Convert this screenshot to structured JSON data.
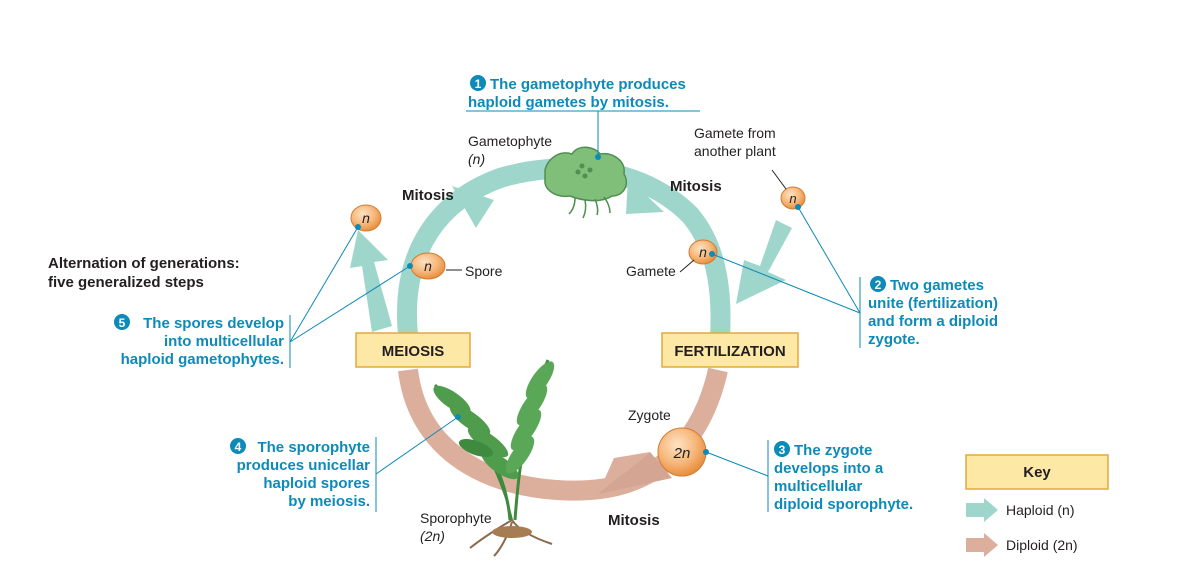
{
  "title": {
    "line1": "Alternation of generations:",
    "line2": "five generalized steps"
  },
  "colors": {
    "haploid": "#9fd6cc",
    "diploid": "#dcae9c",
    "callout_blue": "#0d8ab8",
    "label_box_fill": "#fde8a6",
    "label_box_border": "#e3a93a",
    "cell_orange": "#f3a25a"
  },
  "steps": {
    "s1": {
      "num": "1",
      "line1": "The gametophyte produces",
      "line2": "haploid gametes by mitosis."
    },
    "s2": {
      "num": "2",
      "line1": "Two gametes",
      "line2": "unite (fertilization)",
      "line3": "and form a diploid",
      "line4": "zygote."
    },
    "s3": {
      "num": "3",
      "line1": "The zygote",
      "line2": "develops into a",
      "line3": "multicellular",
      "line4": "diploid sporophyte."
    },
    "s4": {
      "num": "4",
      "line1": "The sporophyte",
      "line2": "produces unicellar",
      "line3": "haploid spores",
      "line4": "by meiosis."
    },
    "s5": {
      "num": "5",
      "line1": "The spores develop",
      "line2": "into multicellular",
      "line3": "haploid gametophytes."
    }
  },
  "labels": {
    "gametophyte": "Gametophyte",
    "gametophyte_ploidy": "(n)",
    "gamete_other_1": "Gamete from",
    "gamete_other_2": "another plant",
    "mitosis_left": "Mitosis",
    "mitosis_right": "Mitosis",
    "mitosis_bottom": "Mitosis",
    "spore": "Spore",
    "gamete": "Gamete",
    "zygote": "Zygote",
    "sporophyte": "Sporophyte",
    "sporophyte_ploidy": "(2n)",
    "meiosis": "MEIOSIS",
    "fertilization": "FERTILIZATION"
  },
  "cells": {
    "n": "n",
    "two_n": "2n"
  },
  "key": {
    "title": "Key",
    "haploid": "Haploid (n)",
    "diploid": "Diploid (2n)"
  }
}
